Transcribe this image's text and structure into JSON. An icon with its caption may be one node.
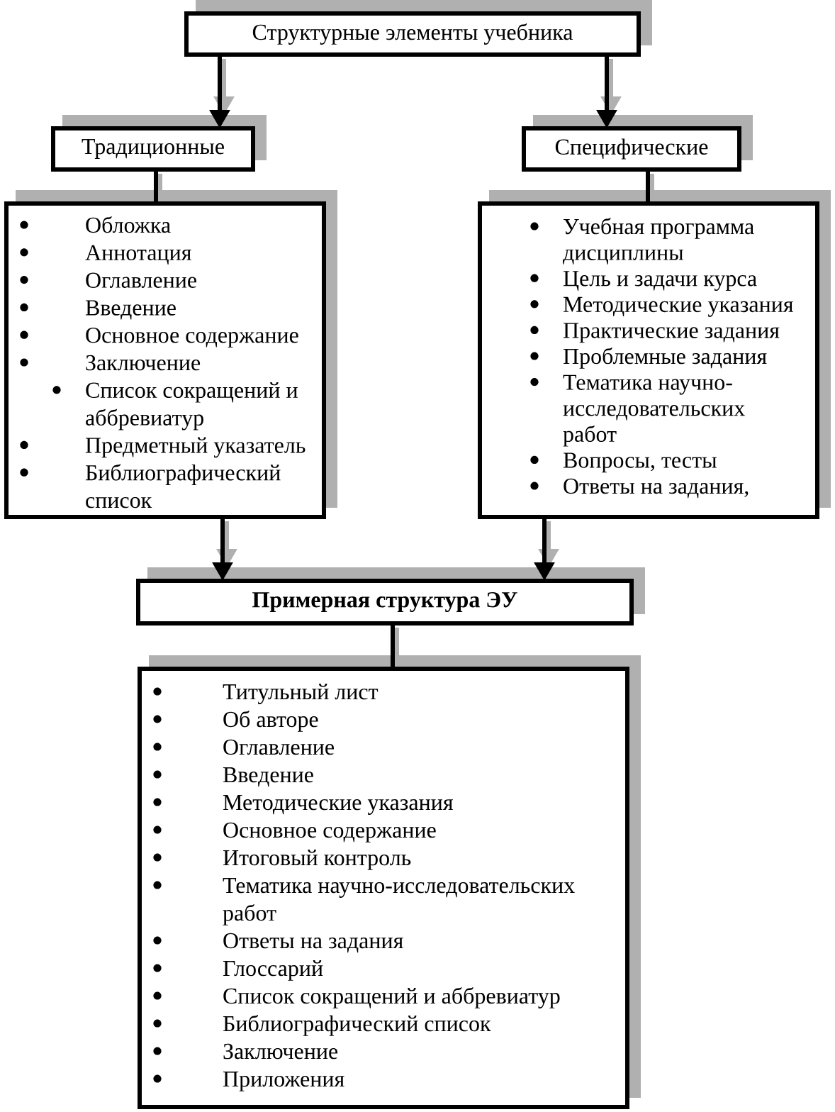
{
  "diagram": {
    "nodes": [
      {
        "text": [
          "Структурные элементы учебника"
        ]
      },
      {
        "text": [
          "Традиционные"
        ]
      },
      {
        "text": [
          "Специфические"
        ]
      },
      {
        "text": [
          "Обложка",
          "Аннотация",
          "Оглавление",
          "Введение",
          "Основное содержание",
          "Заключение",
          "Список сокращений и аббревиатур",
          "Предметный указатель",
          "Библиографический список"
        ]
      },
      {
        "text": [
          "Учебная программа дисциплины",
          "Цель и задачи курса",
          "Методические указания",
          "Практические задания",
          "Проблемные задания",
          "Тематика научно-исследовательских работ",
          "Вопросы, тесты",
          "Ответы на задания,"
        ]
      },
      {
        "text": [
          "Примерная структура ЭУ"
        ]
      },
      {
        "text": [
          "Титульный лист",
          "Об авторе",
          "Оглавление",
          "Введение",
          "Методические указания",
          "Основное содержание",
          "Итоговый контроль",
          "Тематика научно-исследовательских работ",
          "Ответы на задания",
          "Глоссарий",
          "Список сокращений и аббревиатур",
          "Библиографический список",
          "Заключение",
          "Приложения"
        ]
      }
    ],
    "edges": [
      {
        "from": 0,
        "to": 1,
        "arrow": "to"
      },
      {
        "from": 0,
        "to": 2,
        "arrow": "to"
      },
      {
        "from": 1,
        "to": 3,
        "arrow": "none"
      },
      {
        "from": 2,
        "to": 4,
        "arrow": "none"
      },
      {
        "from": 3,
        "to": 5,
        "arrow": "to"
      },
      {
        "from": 4,
        "to": 5,
        "arrow": "to"
      },
      {
        "from": 5,
        "to": 6,
        "arrow": "none"
      }
    ]
  }
}
